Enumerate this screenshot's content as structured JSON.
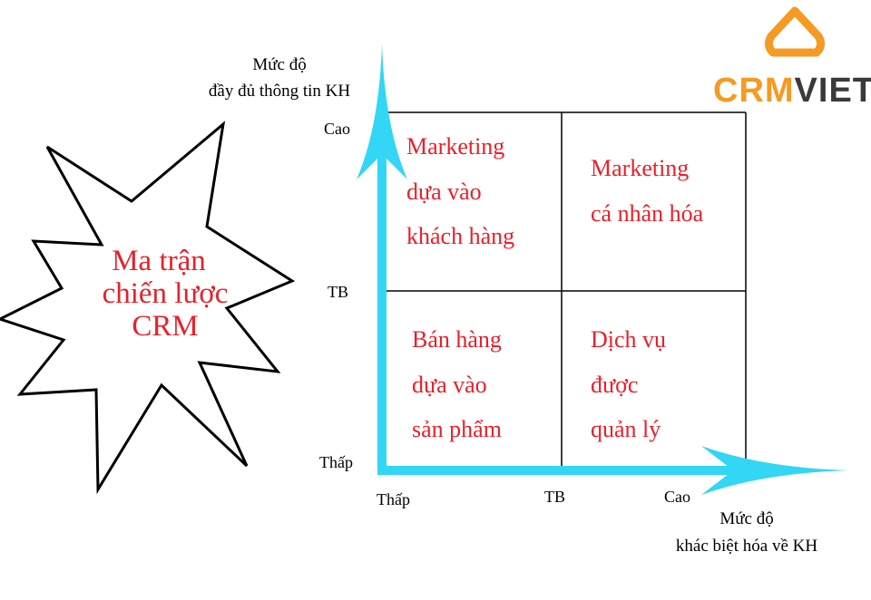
{
  "logo": {
    "text": "CRMVIET",
    "color": "#f59a23",
    "text_dark": "#3a3a3a"
  },
  "burst": {
    "lines": [
      "Ma trận",
      "chiến lược",
      "CRM"
    ]
  },
  "y_axis": {
    "title_line1": "Mức độ",
    "title_line2": "đầy đủ thông tin KH",
    "ticks": [
      "Cao",
      "TB",
      "Thấp"
    ]
  },
  "x_axis": {
    "title_line1": "Mức độ",
    "title_line2": "khác biệt hóa về KH",
    "ticks": [
      "Thấp",
      "TB",
      "Cao"
    ]
  },
  "quadrants": {
    "top_left": [
      "Marketing",
      "dựa vào",
      "khách hàng"
    ],
    "top_right": [
      "Marketing",
      "cá nhân hóa"
    ],
    "bottom_left": [
      "Bán hàng",
      "dựa vào",
      "sản phẩm"
    ],
    "bottom_right": [
      "Dịch vụ",
      "được",
      "quản lý"
    ]
  },
  "colors": {
    "arrow": "#33d6f5",
    "quadrant_text": "#e8202a",
    "grid": "#000000",
    "label": "#000000"
  }
}
